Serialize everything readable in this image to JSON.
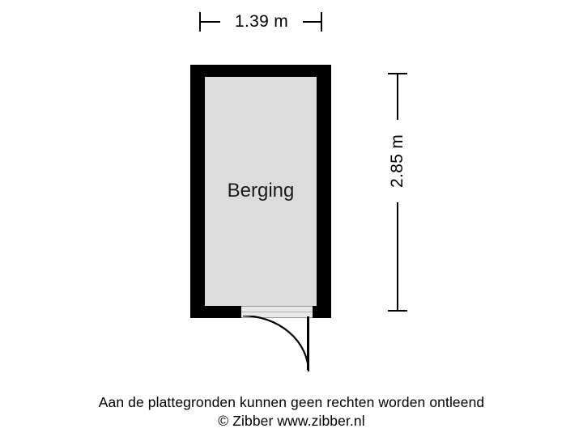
{
  "plan": {
    "room_label": "Berging",
    "width_dimension": "1.39 m",
    "height_dimension": "2.85 m",
    "room_fill_color": "#dcdcdc",
    "wall_color": "#000000",
    "background_color": "#ffffff"
  },
  "footer": {
    "disclaimer": "Aan de plattegronden kunnen geen rechten worden ontleend",
    "credit": "© Zibber www.zibber.nl"
  }
}
